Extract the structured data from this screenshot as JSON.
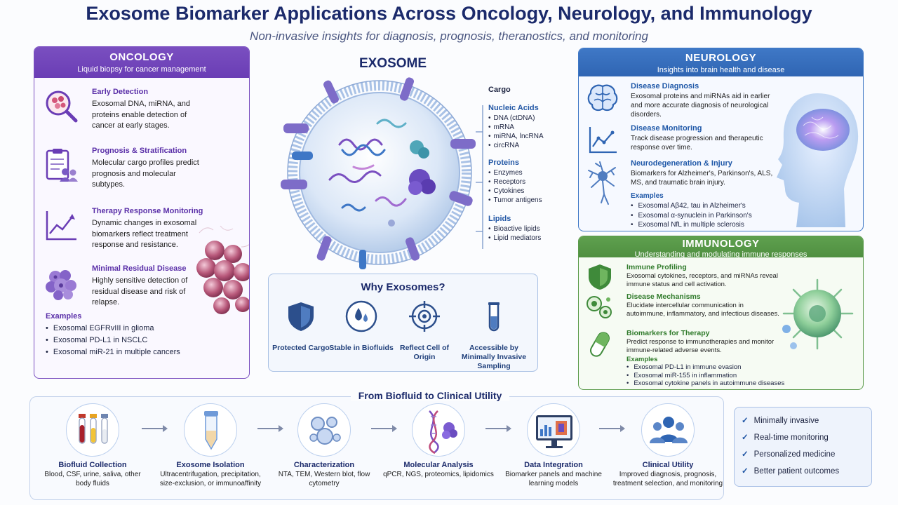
{
  "header": {
    "title": "Exosome Biomarker Applications Across Oncology, Neurology, and Immunology",
    "subtitle": "Non-invasive insights for diagnosis, prognosis, theranostics, and monitoring"
  },
  "oncology": {
    "title": "ONCOLOGY",
    "subtitle": "Liquid biopsy for cancer management",
    "items": [
      {
        "title": "Early Detection",
        "text": "Exosomal DNA, miRNA, and proteins enable detection of cancer at early stages.",
        "icon": "magnifier-cells-icon"
      },
      {
        "title": "Prognosis & Stratification",
        "text": "Molecular cargo profiles predict prognosis and molecular subtypes.",
        "icon": "clipboard-patients-icon"
      },
      {
        "title": "Therapy Response Monitoring",
        "text": "Dynamic changes in exosomal biomarkers reflect treatment response and resistance.",
        "icon": "trend-chart-icon"
      },
      {
        "title": "Minimal Residual Disease",
        "text": "Highly sensitive detection of residual disease and risk of relapse.",
        "icon": "cell-cluster-icon"
      }
    ],
    "examples_title": "Examples",
    "examples": [
      "Exosomal EGFRvIII in glioma",
      "Exosomal PD-L1 in NSCLC",
      "Exosomal miR-21 in multiple cancers"
    ]
  },
  "center": {
    "exosome_label": "EXOSOME",
    "cargo_title": "Cargo",
    "nucleic_title": "Nucleic Acids",
    "nucleic": [
      "DNA (ctDNA)",
      "mRNA",
      "miRNA, lncRNA",
      "circRNA"
    ],
    "proteins_title": "Proteins",
    "proteins": [
      "Enzymes",
      "Receptors",
      "Cytokines",
      "Tumor antigens"
    ],
    "lipids_title": "Lipids",
    "lipids": [
      "Bioactive lipids",
      "Lipid mediators"
    ]
  },
  "why": {
    "title": "Why Exosomes?",
    "items": [
      {
        "label": "Protected Cargo",
        "icon": "shield-icon"
      },
      {
        "label": "Stable in Biofluids",
        "icon": "droplets-icon"
      },
      {
        "label": "Reflect Cell of Origin",
        "icon": "target-icon"
      },
      {
        "label": "Accessible by Minimally Invasive Sampling",
        "icon": "test-tube-icon"
      }
    ]
  },
  "neurology": {
    "title": "NEUROLOGY",
    "subtitle": "Insights into brain health and disease",
    "items": [
      {
        "title": "Disease Diagnosis",
        "text": "Exosomal proteins and miRNAs aid in earlier and more accurate diagnosis of neurological disorders.",
        "icon": "brain-icon"
      },
      {
        "title": "Disease Monitoring",
        "text": "Track disease progression and therapeutic response over time.",
        "icon": "trend-chart-icon"
      },
      {
        "title": "Neurodegeneration & Injury",
        "text": "Biomarkers for Alzheimer's, Parkinson's, ALS, MS, and traumatic brain injury.",
        "icon": "neuron-icon"
      }
    ],
    "examples_title": "Examples",
    "examples": [
      "Exosomal Aβ42, tau in Alzheimer's",
      "Exosomal α-synuclein in Parkinson's",
      "Exosomal NfL in multiple sclerosis"
    ]
  },
  "immunology": {
    "title": "IMMUNOLOGY",
    "subtitle": "Understanding and modulating immune responses",
    "items": [
      {
        "title": "Immune Profiling",
        "text": "Exosomal cytokines, receptors, and miRNAs reveal immune status and cell activation.",
        "icon": "shield-icon"
      },
      {
        "title": "Disease Mechanisms",
        "text": "Elucidate intercellular communication in autoimmune, inflammatory, and infectious diseases.",
        "icon": "cells-icon"
      },
      {
        "title": "Biomarkers for Therapy",
        "text": "Predict response to immunotherapies and monitor immune-related adverse events.",
        "icon": "capsule-icon"
      }
    ],
    "examples_title": "Examples",
    "examples": [
      "Exosomal PD-L1 in immune evasion",
      "Exosomal miR-155 in inflammation",
      "Exosomal cytokine panels in autoimmune diseases"
    ]
  },
  "flow": {
    "title": "From Biofluid to Clinical Utility",
    "steps": [
      {
        "title": "Biofluid Collection",
        "text": "Blood, CSF, urine, saliva, other body fluids",
        "icon": "sample-tubes-icon"
      },
      {
        "title": "Exosome Isolation",
        "text": "Ultracentrifugation, precipitation, size-exclusion, or immunoaffinity",
        "icon": "centrifuge-tube-icon"
      },
      {
        "title": "Characterization",
        "text": "NTA, TEM, Western blot, flow cytometry",
        "icon": "vesicles-icon"
      },
      {
        "title": "Molecular Analysis",
        "text": "qPCR, NGS, proteomics, lipidomics",
        "icon": "dna-icon"
      },
      {
        "title": "Data Integration",
        "text": "Biomarker panels and machine learning models",
        "icon": "monitor-icon"
      },
      {
        "title": "Clinical Utility",
        "text": "Improved diagnosis, prognosis, treatment selection, and monitoring",
        "icon": "people-icon"
      }
    ]
  },
  "benefits": [
    "Minimally invasive",
    "Real-time monitoring",
    "Personalized medicine",
    "Better patient outcomes"
  ]
}
